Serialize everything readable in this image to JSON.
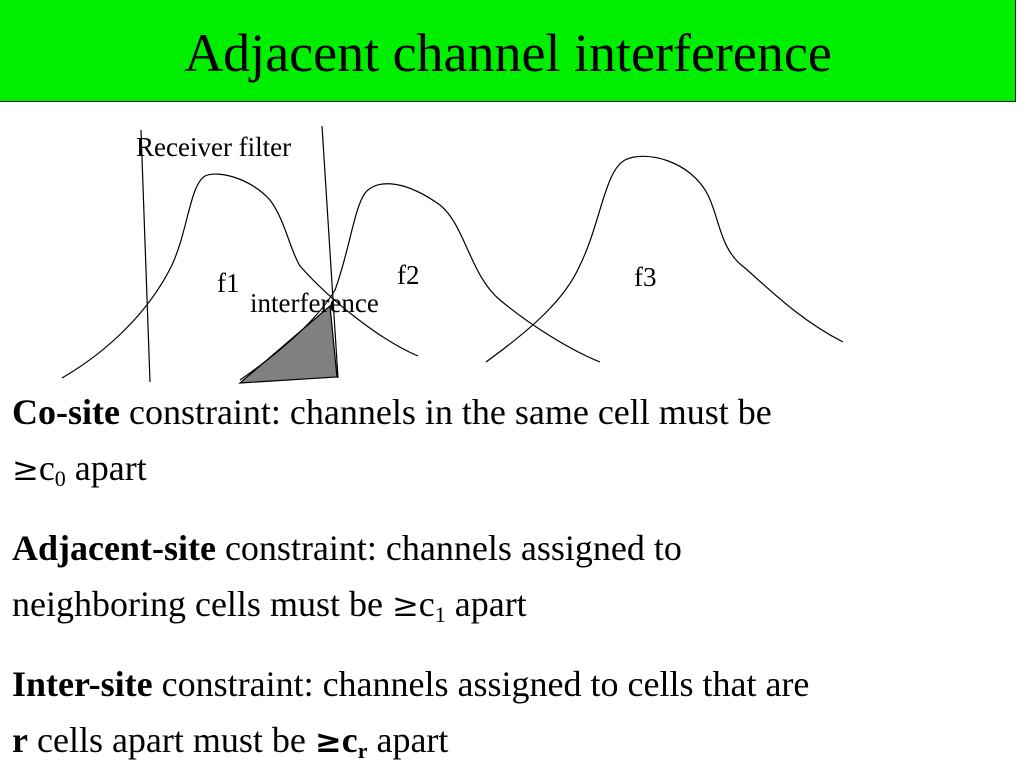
{
  "slide": {
    "title": "Adjacent channel interference"
  },
  "diagram": {
    "receiver_filter_label": "Receiver filter",
    "f1_label": "f1",
    "f2_label": "f2",
    "f3_label": "f3",
    "interference_label": "interference"
  },
  "constraints": {
    "co_site": {
      "term": "Co-site",
      "text": " constraint: channels in the same cell must be",
      "ge": "≥",
      "c": "c",
      "sub": "0",
      "tail": " apart"
    },
    "adjacent_site": {
      "term": "Adjacent-site",
      "text": " constraint: channels assigned to",
      "line2": "neighboring cells must be ",
      "ge": "≥",
      "c": "c",
      "sub": "1",
      "tail": " apart"
    },
    "inter_site": {
      "term": "Inter-site",
      "text": " constraint: channels assigned to cells that are",
      "r": "r",
      "line2": " cells apart must be ",
      "ge": "≥",
      "c": "c",
      "sub": "r",
      "tail": " apart"
    }
  }
}
